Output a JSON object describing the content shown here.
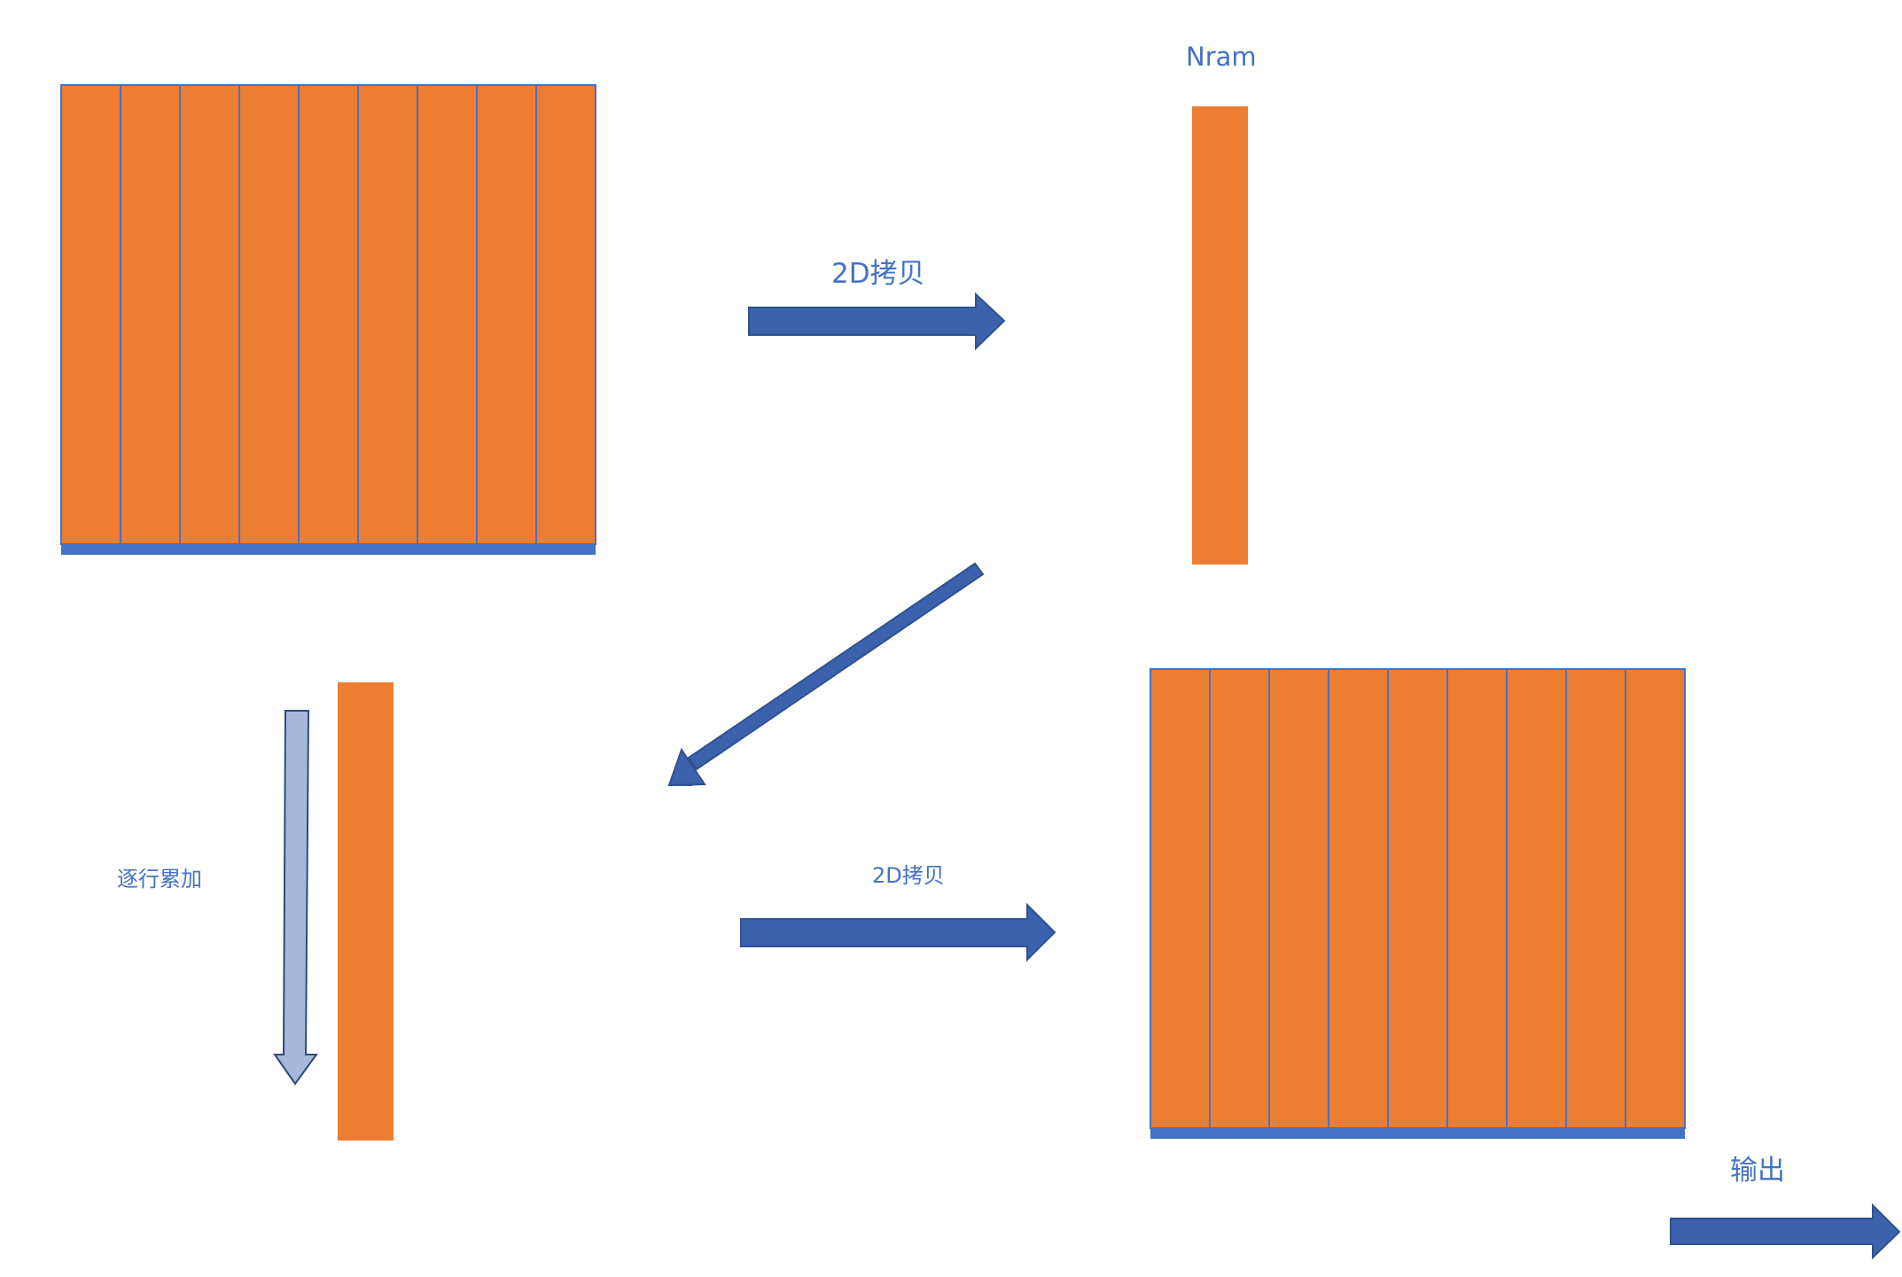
{
  "labels": {
    "nram": "Nram",
    "copy_2d_top": "2D拷贝",
    "row_accumulate": "逐行累加",
    "copy_2d_bottom": "2D拷贝",
    "output": "输出"
  },
  "colors": {
    "block_fill": "#ED7D31",
    "block_border": "#4472C4",
    "arrow_fill": "#3C61AD",
    "arrow_stroke": "#2F528F",
    "light_arrow_fill": "#A8B8DA",
    "light_arrow_stroke": "#2F4A7C",
    "text": "#4472C4"
  },
  "matrices": {
    "source_column_count": 9,
    "output_column_count": 9
  }
}
